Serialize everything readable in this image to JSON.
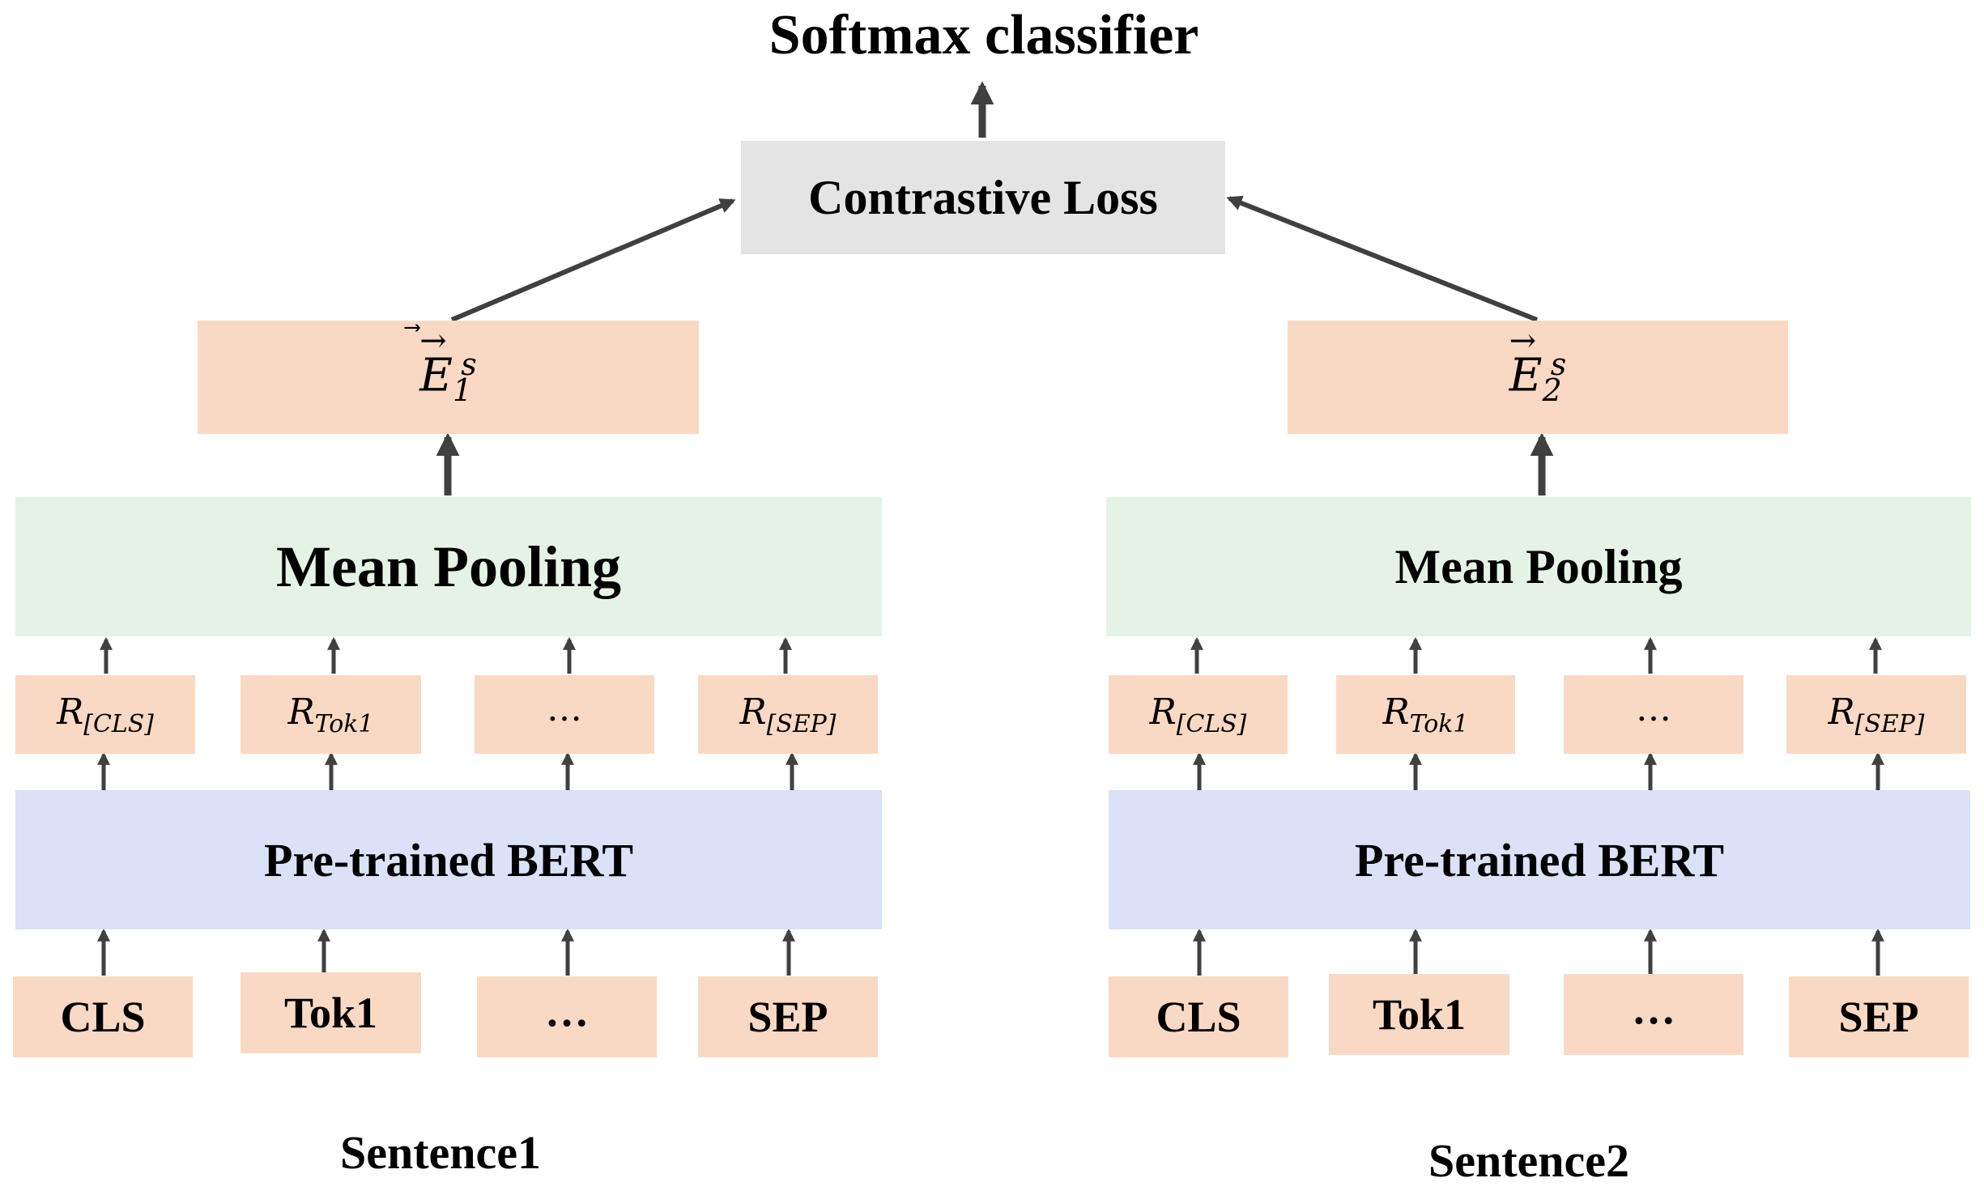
{
  "top": {
    "classifier_label": "Softmax classifier",
    "loss_label": "Contrastive Loss"
  },
  "branches": [
    {
      "embedding": {
        "base": "E",
        "sub": "1",
        "sup": "s"
      },
      "pooling_label": "Mean Pooling",
      "representations": [
        {
          "base": "R",
          "sub": "[CLS]"
        },
        {
          "base": "R",
          "sub": "Tok1"
        },
        {
          "base": "",
          "sub": "",
          "ellipsis": "…"
        },
        {
          "base": "R",
          "sub": "[SEP]"
        }
      ],
      "encoder_label": "Pre-trained BERT",
      "tokens": [
        "CLS",
        "Tok1",
        "…",
        "SEP"
      ],
      "sentence_label": "Sentence1"
    },
    {
      "embedding": {
        "base": "E",
        "sub": "2",
        "sup": "s"
      },
      "pooling_label": "Mean Pooling",
      "representations": [
        {
          "base": "R",
          "sub": "[CLS]"
        },
        {
          "base": "R",
          "sub": "Tok1"
        },
        {
          "base": "",
          "sub": "",
          "ellipsis": "…"
        },
        {
          "base": "R",
          "sub": "[SEP]"
        }
      ],
      "encoder_label": "Pre-trained BERT",
      "tokens": [
        "CLS",
        "Tok1",
        "…",
        "SEP"
      ],
      "sentence_label": "Sentence2"
    }
  ],
  "colors": {
    "token_box": "#fad9c4",
    "pooling_box": "#e4f3e5",
    "bert_box": "#dbe1f6",
    "loss_box": "#e4e4e4",
    "arrow": "#404040"
  }
}
